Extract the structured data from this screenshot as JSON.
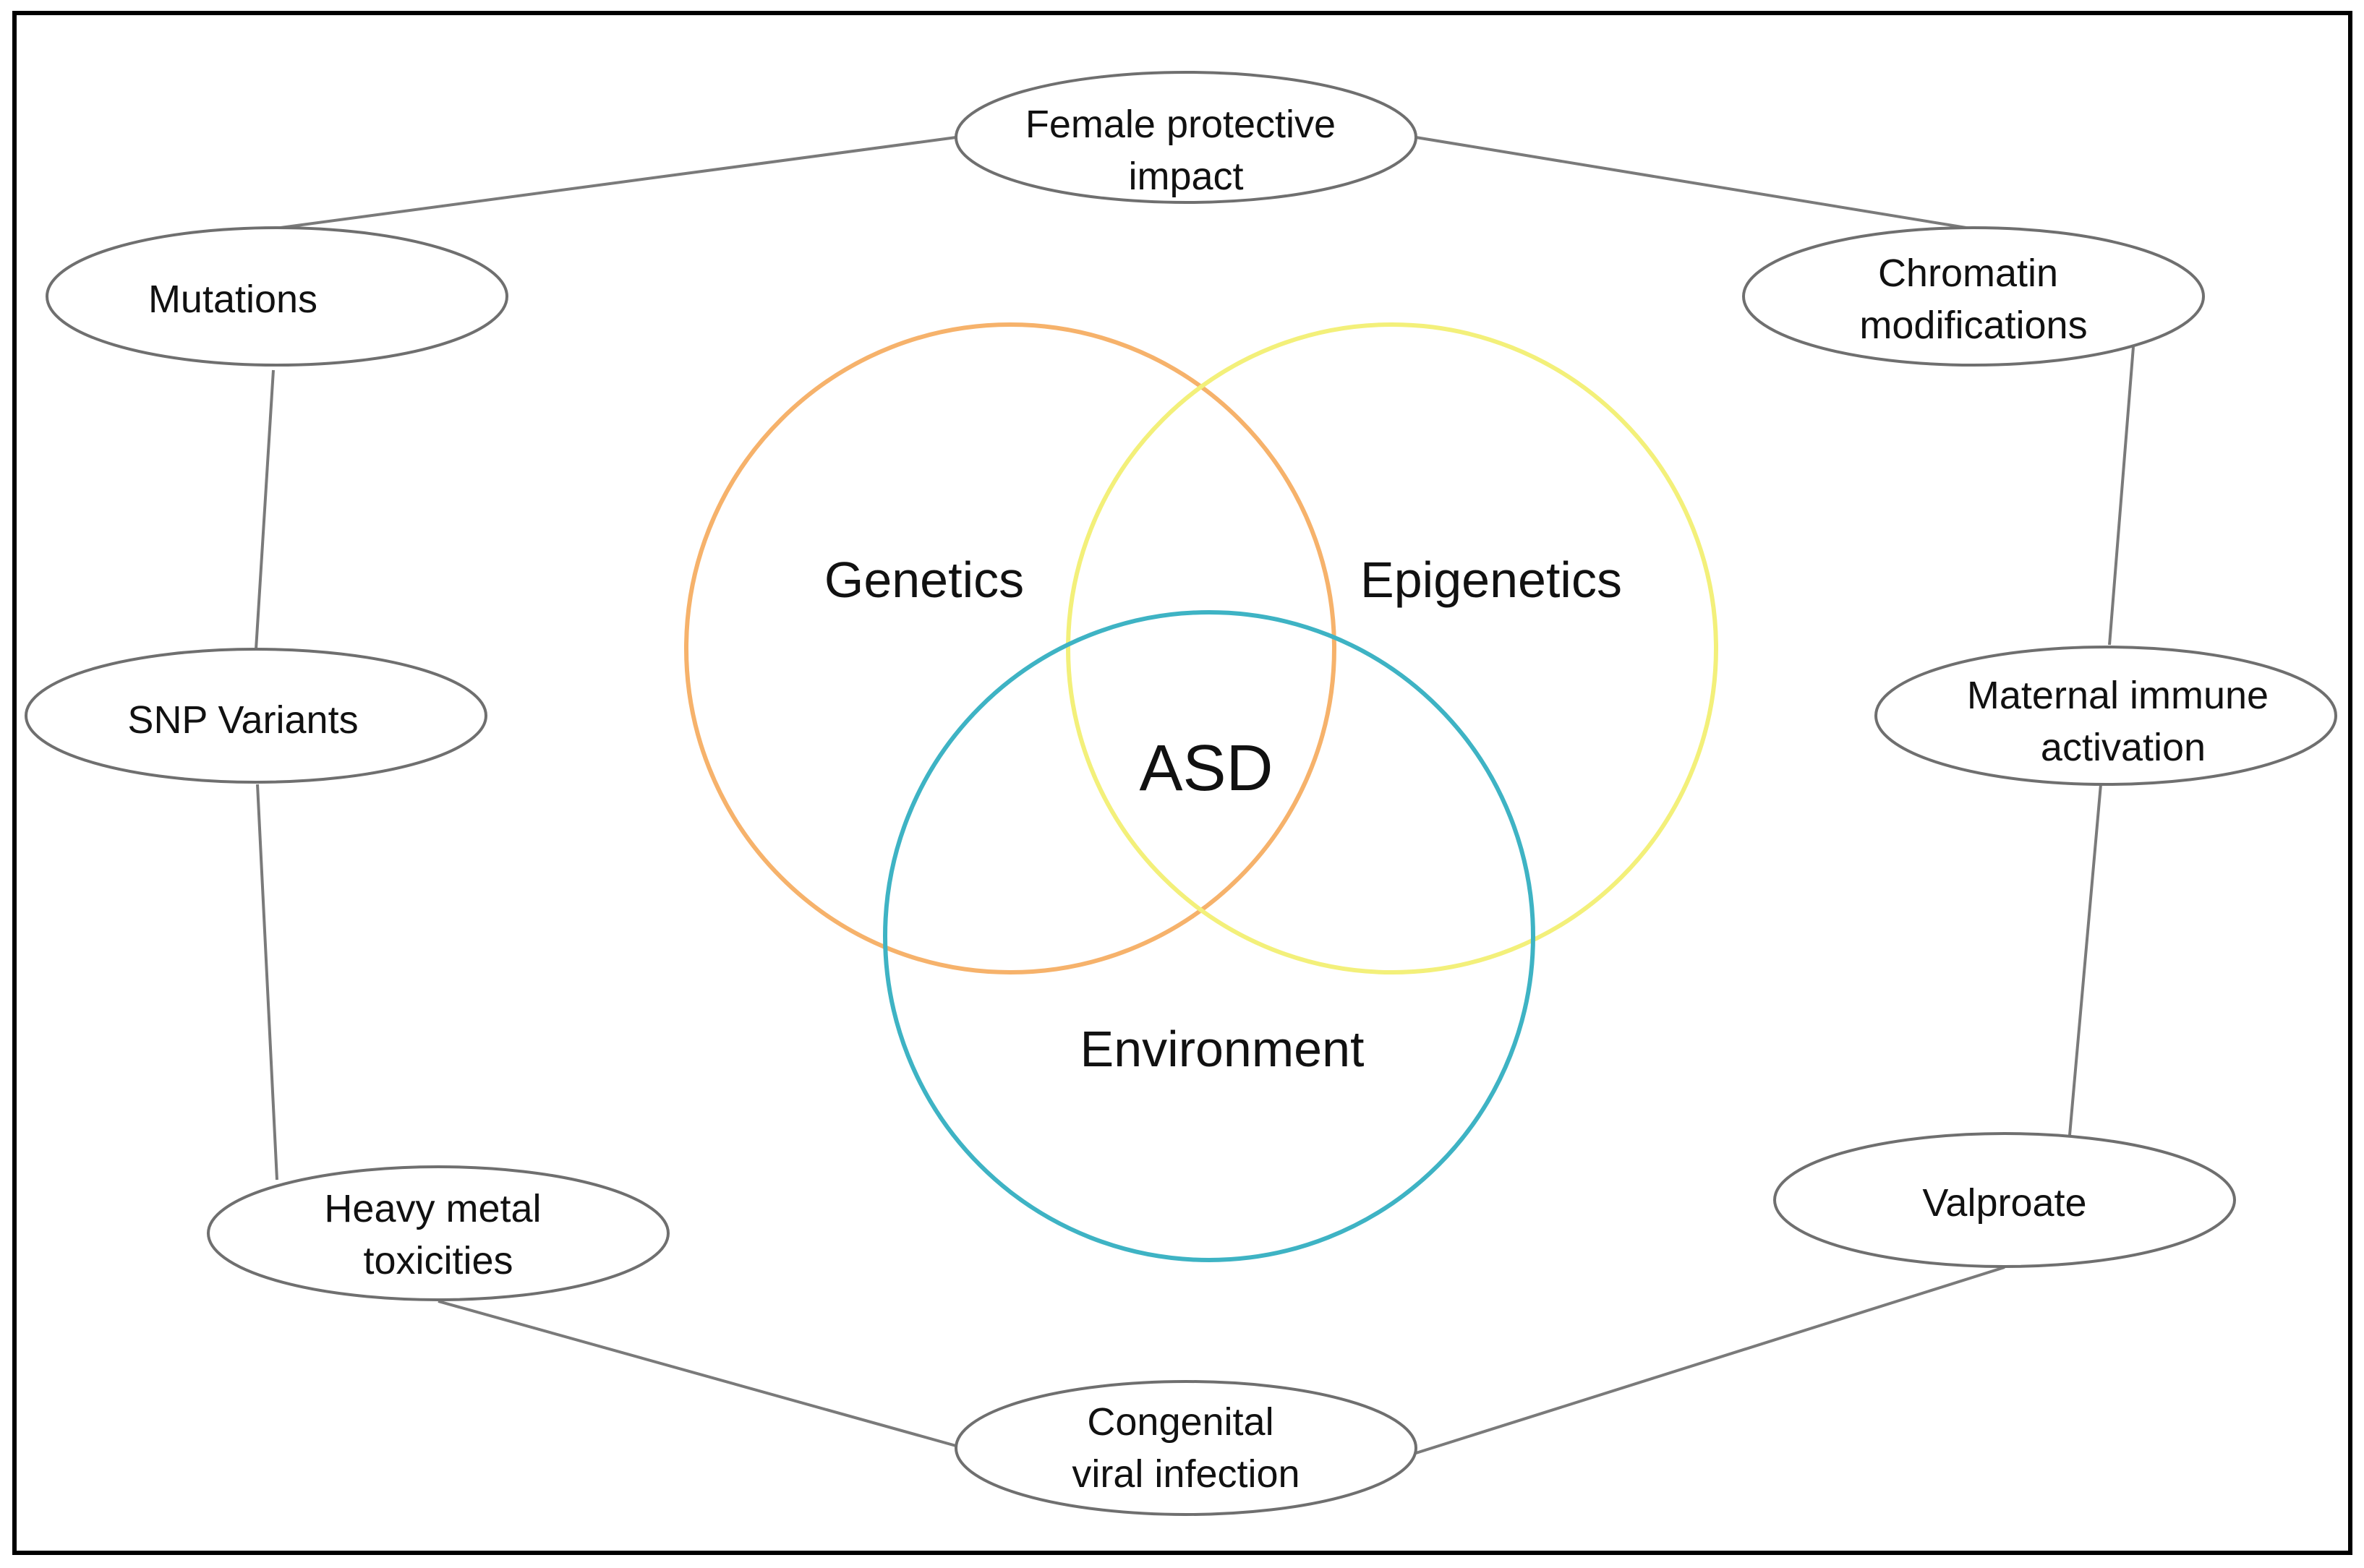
{
  "center": {
    "label": "ASD"
  },
  "circles": {
    "genetics": {
      "label": "Genetics",
      "color": "#F6B26B"
    },
    "epigenetics": {
      "label": "Epigenetics",
      "color": "#F3F07A"
    },
    "environment": {
      "label": "Environment",
      "color": "#3EB3C4"
    }
  },
  "nodes": {
    "female_protective": {
      "lines": [
        "Female protective",
        "impact"
      ]
    },
    "mutations": {
      "lines": [
        "Mutations"
      ]
    },
    "chromatin": {
      "lines": [
        "Chromatin",
        "modifications"
      ]
    },
    "snp": {
      "lines": [
        "SNP Variants"
      ]
    },
    "maternal_immune": {
      "lines": [
        "Maternal immune",
        "activation"
      ]
    },
    "heavy_metal": {
      "lines": [
        "Heavy metal",
        "toxicities"
      ]
    },
    "valproate": {
      "lines": [
        "Valproate"
      ]
    },
    "congenital_viral": {
      "lines": [
        "Congenital",
        "viral infection"
      ]
    }
  }
}
